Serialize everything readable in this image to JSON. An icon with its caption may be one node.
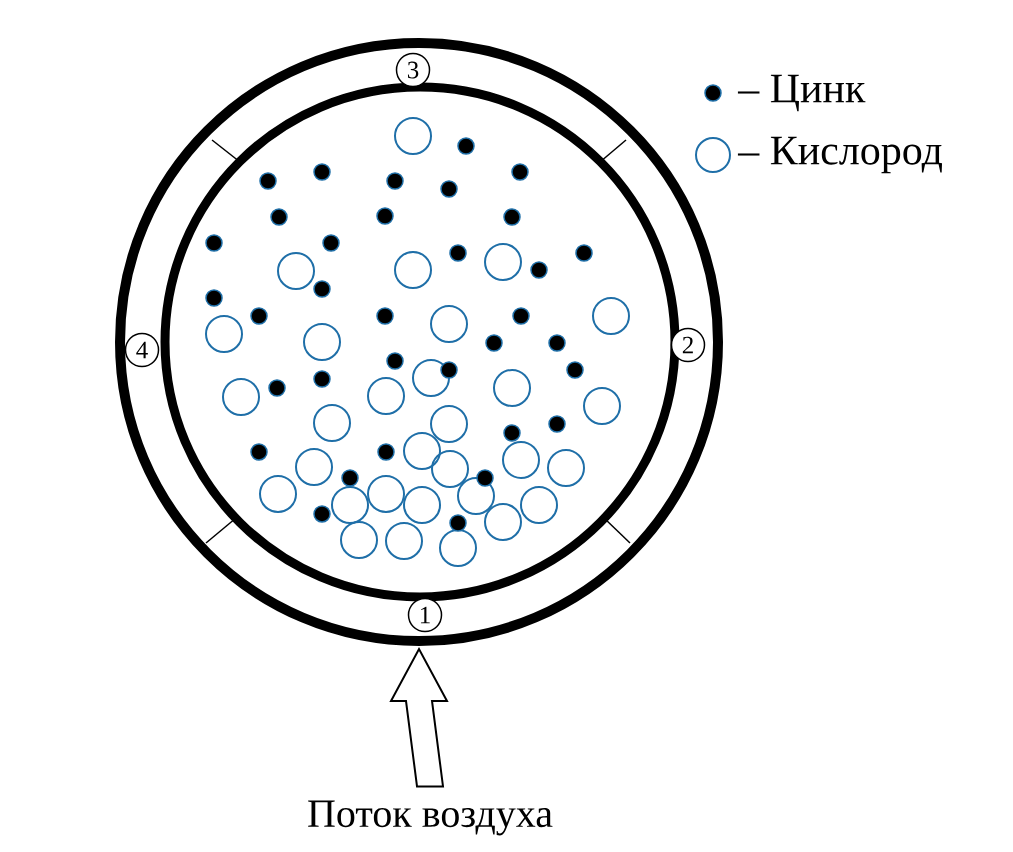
{
  "diagram": {
    "nodes": [
      {
        "text": [],
        "shape": "circle"
      },
      {
        "text": [
          "Поток воздуха"
        ]
      },
      {
        "text": [
          "1"
        ],
        "in": 0
      },
      {
        "text": [
          "2"
        ],
        "in": 0
      },
      {
        "text": [
          "3"
        ],
        "in": 0
      },
      {
        "text": [
          "4"
        ],
        "in": 0
      }
    ],
    "edges": [
      {
        "from": 1,
        "to": 0,
        "arrow": "to"
      }
    ],
    "legend": [
      {
        "text": "– Цинк"
      },
      {
        "text": "– Кислород"
      }
    ]
  }
}
